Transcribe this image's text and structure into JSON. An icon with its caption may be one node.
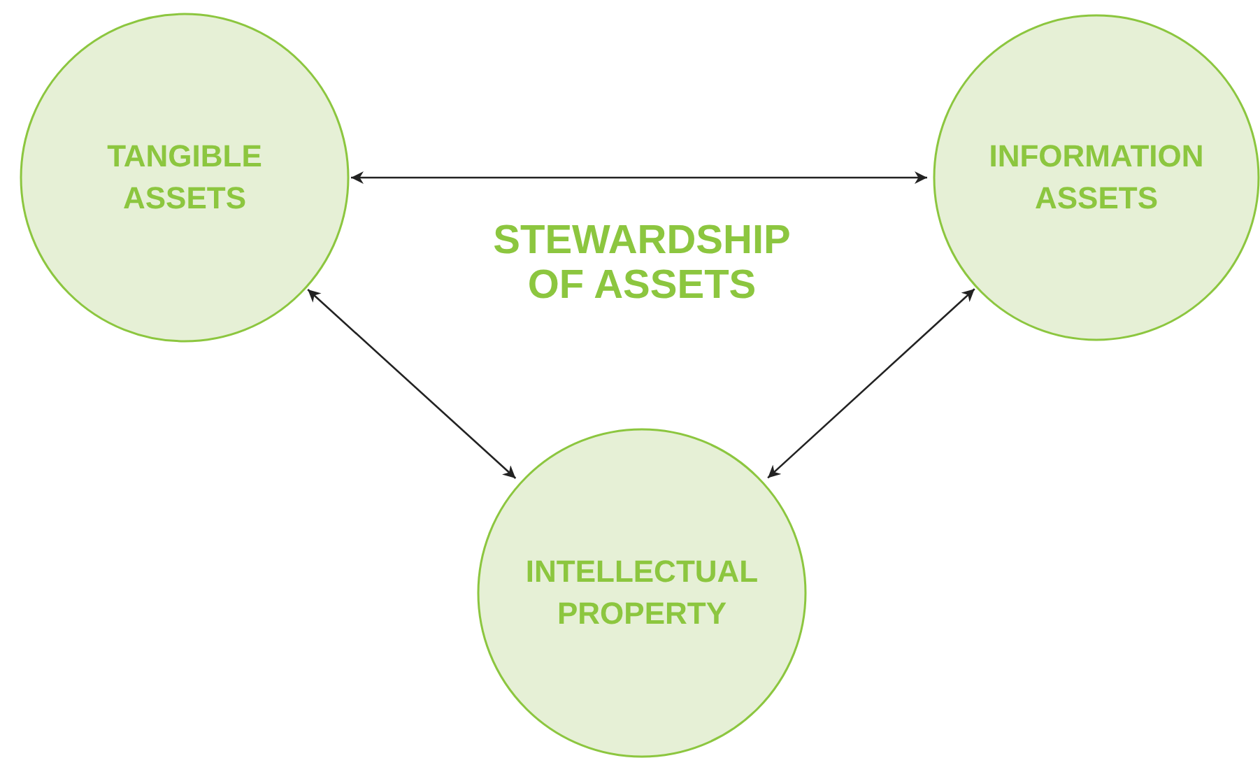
{
  "diagram": {
    "title": "STEWARDSHIP OF ASSETS",
    "nodes": [
      {
        "text": [
          "TANGIBLE ASSETS"
        ]
      },
      {
        "text": [
          "INFORMATION ASSETS"
        ]
      },
      {
        "text": [
          "INTELLECTUAL PROPERTY"
        ]
      }
    ],
    "edges": [
      {
        "from": 0,
        "to": 1,
        "arrow": "both"
      },
      {
        "from": 0,
        "to": 2,
        "arrow": "both"
      },
      {
        "from": 1,
        "to": 2,
        "arrow": "both"
      }
    ]
  }
}
